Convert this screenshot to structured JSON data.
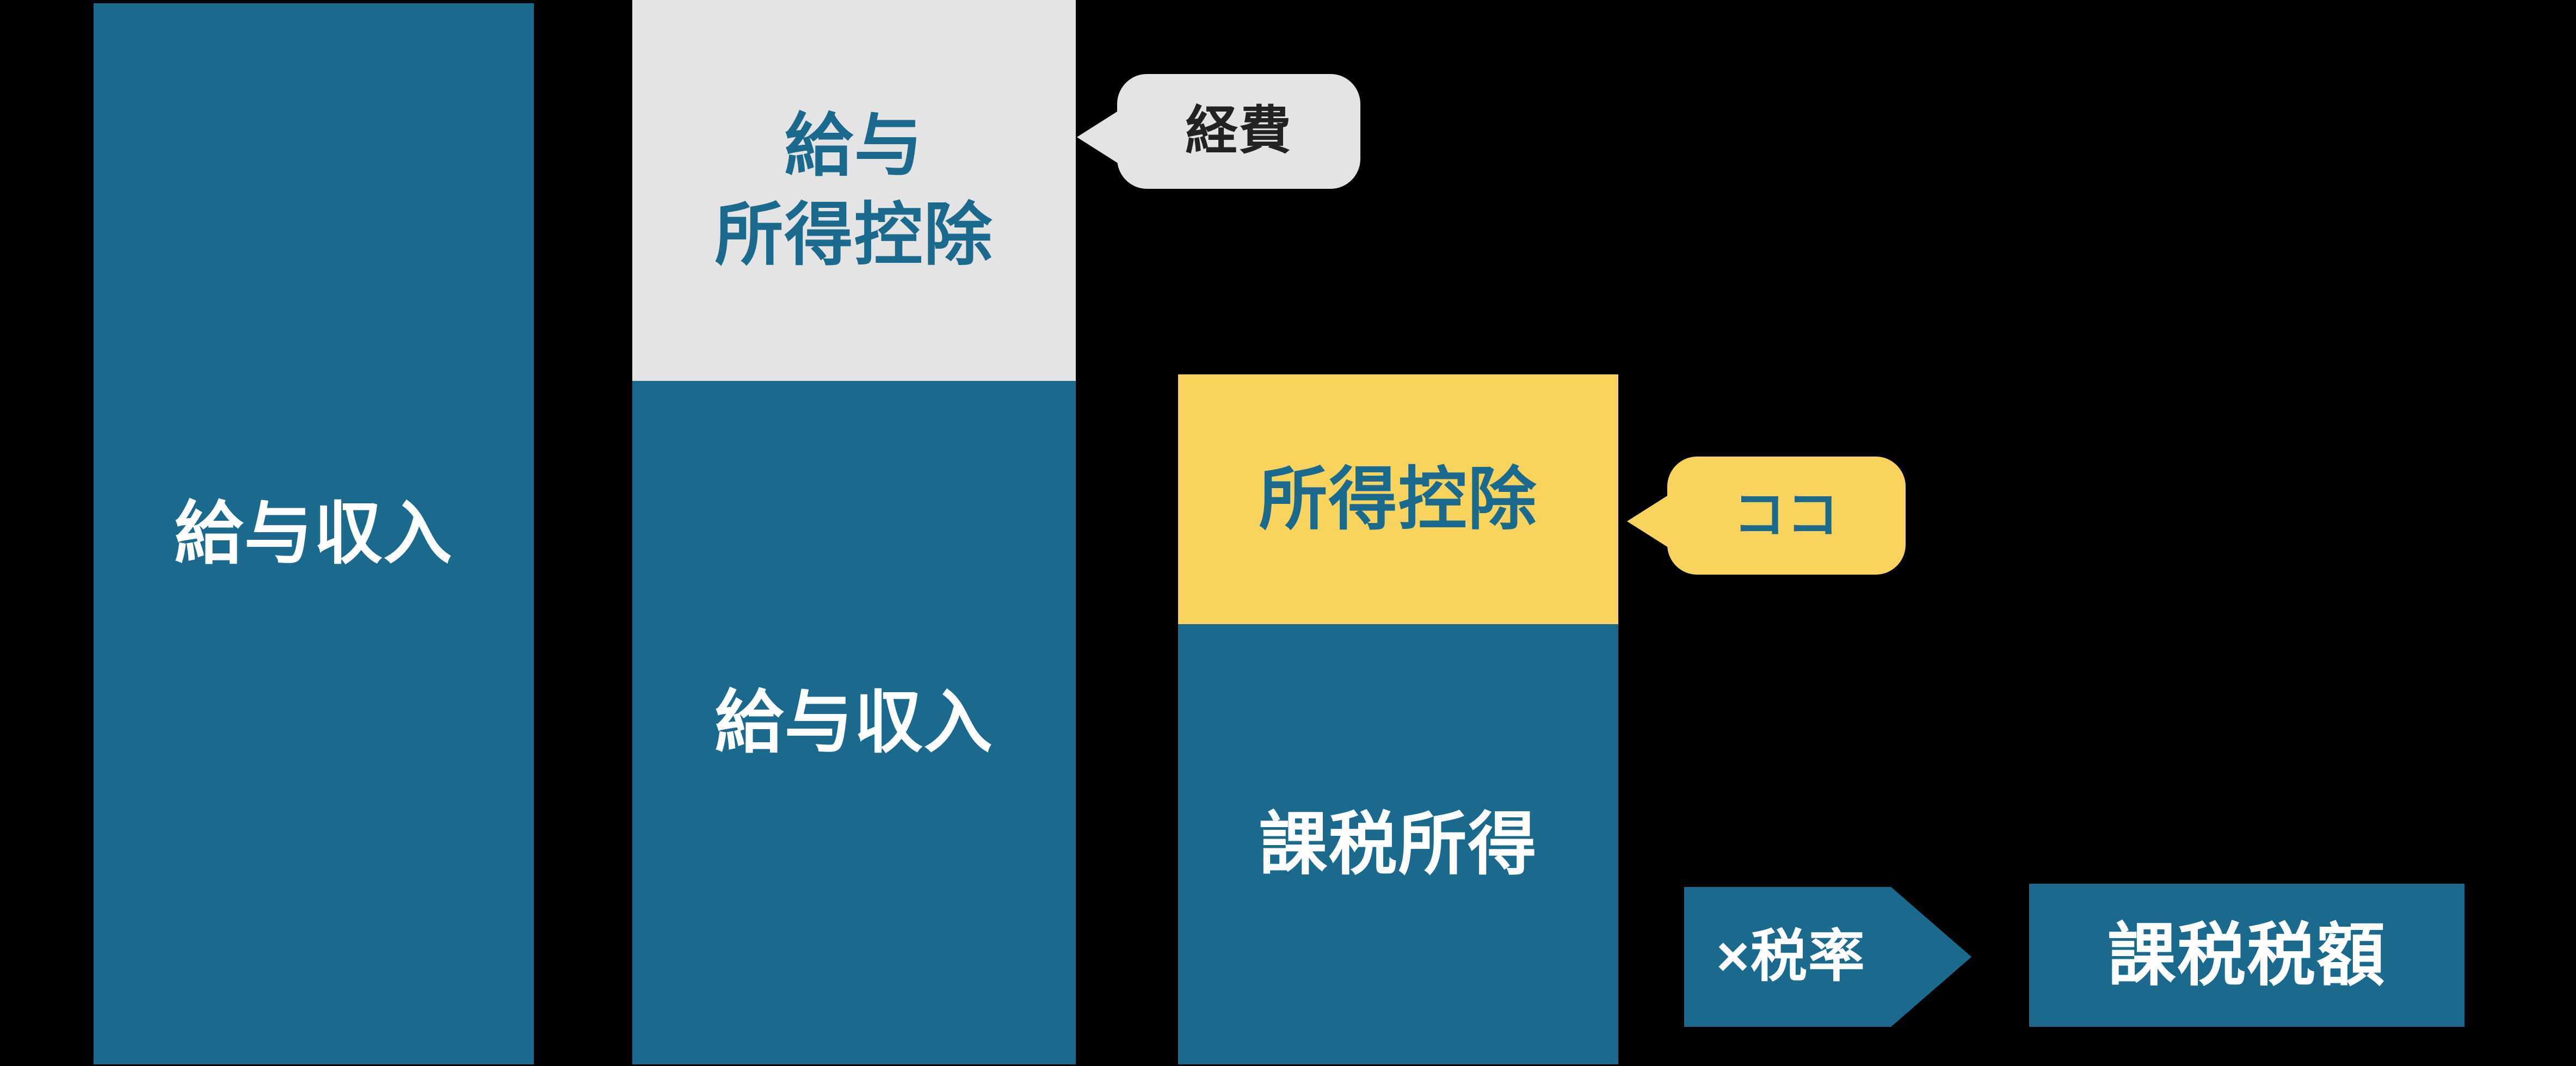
{
  "colors": {
    "background": "#000000",
    "teal": "#1b6a8e",
    "gray": "#e4e4e4",
    "yellow": "#f8d45f",
    "white": "#ffffff",
    "dark": "#222222"
  },
  "bars": [
    {
      "name": "gross-salary",
      "segments": [
        {
          "label": "給与収入",
          "fill": "teal",
          "text_color": "white"
        }
      ]
    },
    {
      "name": "salary-minus-deduction",
      "segments": [
        {
          "label": "給与\n所得控除",
          "fill": "gray",
          "text_color": "teal"
        },
        {
          "label": "給与収入",
          "fill": "teal",
          "text_color": "white"
        }
      ]
    },
    {
      "name": "taxable-income",
      "segments": [
        {
          "label": "所得控除",
          "fill": "yellow",
          "text_color": "teal"
        },
        {
          "label": "課税所得",
          "fill": "teal",
          "text_color": "white"
        }
      ]
    }
  ],
  "callouts": [
    {
      "label": "経費",
      "fill": "gray",
      "text_color": "dark"
    },
    {
      "label": "ココ",
      "fill": "yellow",
      "text_color": "teal"
    }
  ],
  "flow": {
    "arrow_label": "×税率",
    "result_label": "課税税額"
  }
}
